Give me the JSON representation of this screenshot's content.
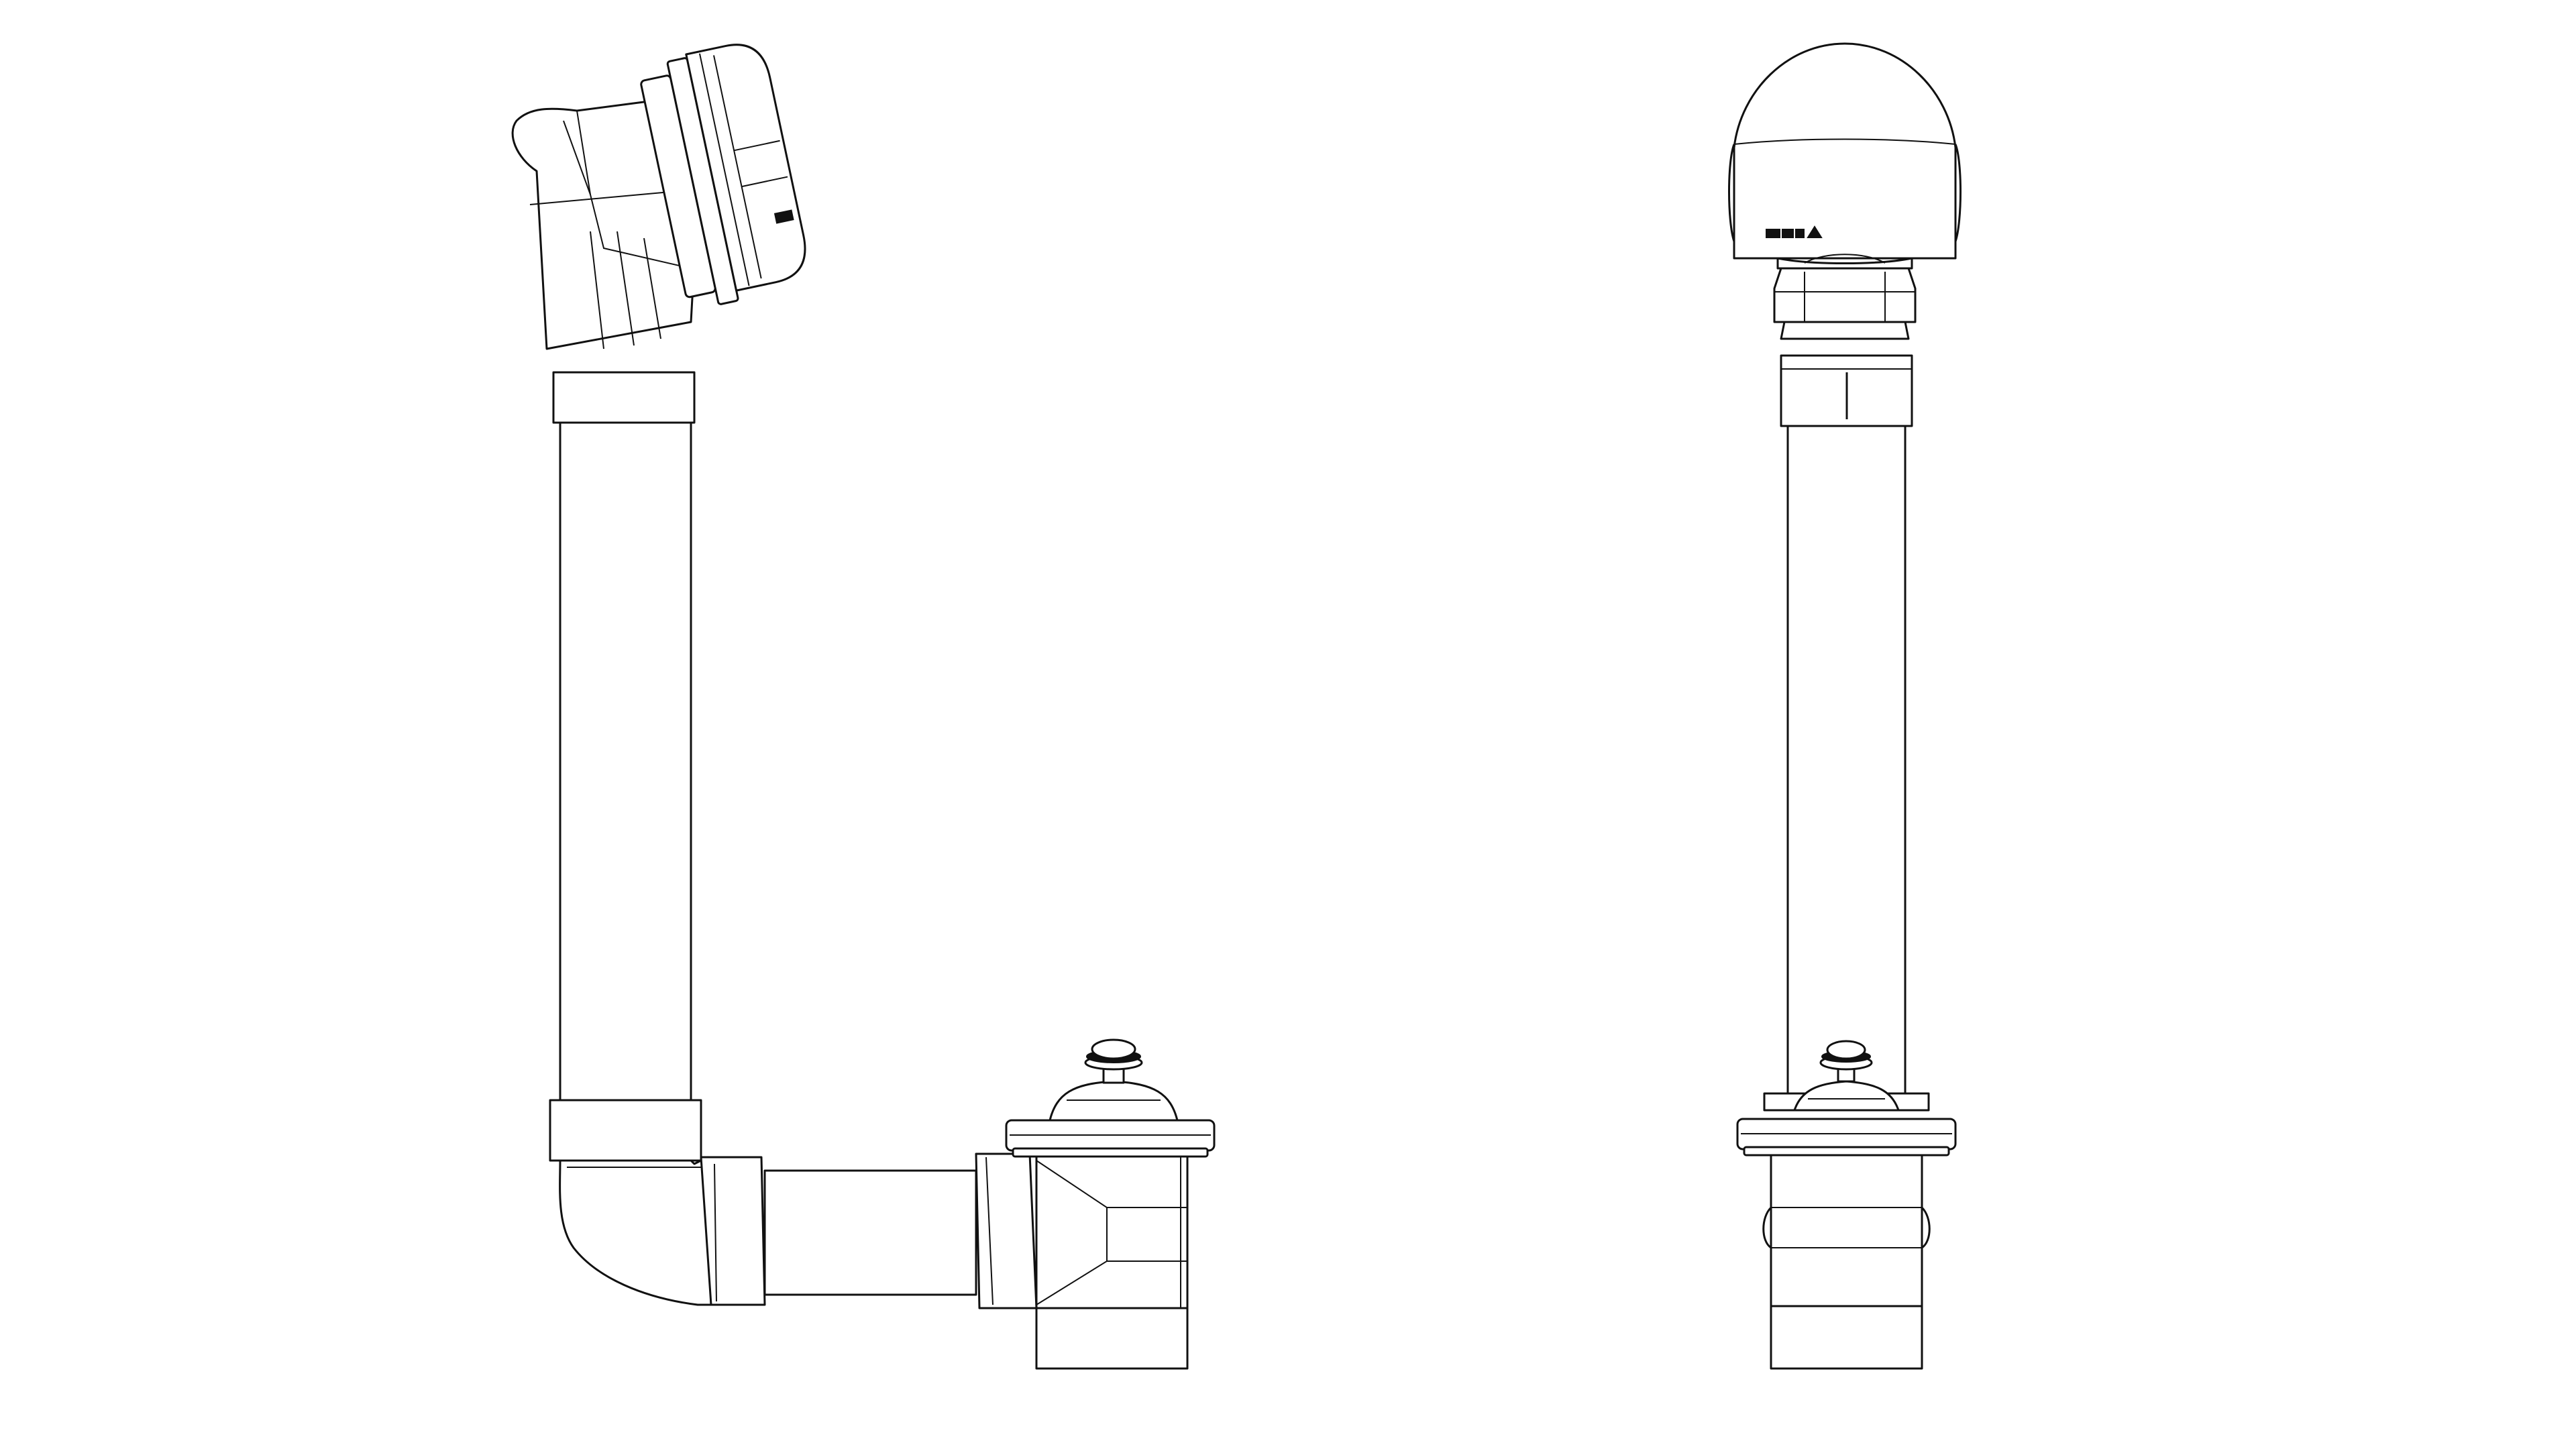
{
  "diagram": {
    "views": [
      {
        "id": "side-view",
        "components": [
          "overflow-faceplate",
          "overflow-elbow",
          "riser-tube",
          "bottom-elbow",
          "horizontal-tube",
          "drain-tee",
          "drain-stopper",
          "tailpiece"
        ]
      },
      {
        "id": "front-view",
        "components": [
          "overflow-cover",
          "overflow-body",
          "riser-tube",
          "drain-stopper",
          "drain-flange",
          "drain-body",
          "tailpiece"
        ]
      }
    ],
    "colors": {
      "line": "#111111",
      "fill": "#ffffff",
      "background": "#ffffff"
    }
  }
}
